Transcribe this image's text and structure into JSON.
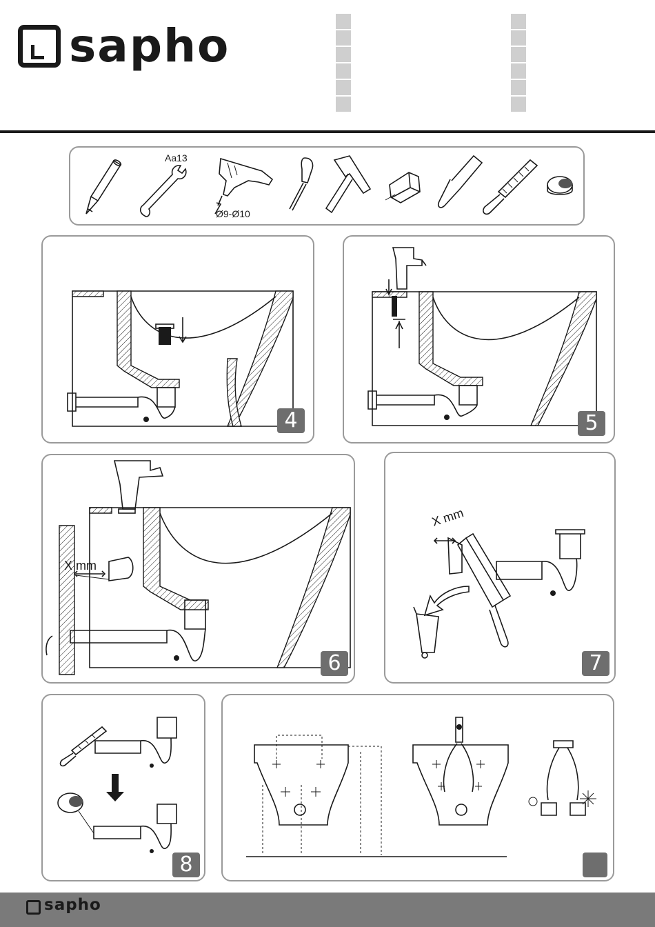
{
  "header": {
    "brand": "sapho"
  },
  "tools": {
    "wrench_size": "Aa13",
    "drill_size": "Ø9-Ø10"
  },
  "steps": [
    {
      "number": "4"
    },
    {
      "number": "5"
    },
    {
      "number": "6",
      "measure_label": "X mm"
    },
    {
      "number": "7",
      "measure_label": "X mm"
    },
    {
      "number": "8"
    },
    {
      "number": ""
    }
  ],
  "footer": {
    "brand": "sapho"
  }
}
